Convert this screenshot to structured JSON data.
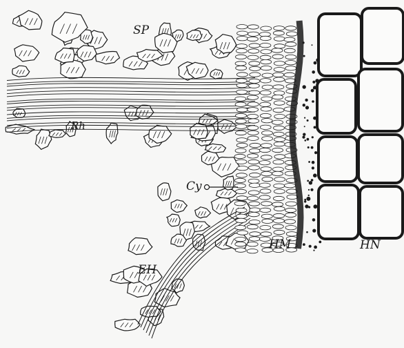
{
  "labels": {
    "sp": "SP",
    "rh": "Rh",
    "cy": "Cy",
    "hm": "HM",
    "hn": "HN",
    "eh": "EH"
  },
  "colors": {
    "ink": "#1a1a1a",
    "paper": "#f7f7f6",
    "cell_fill": "#fbfbfa"
  }
}
